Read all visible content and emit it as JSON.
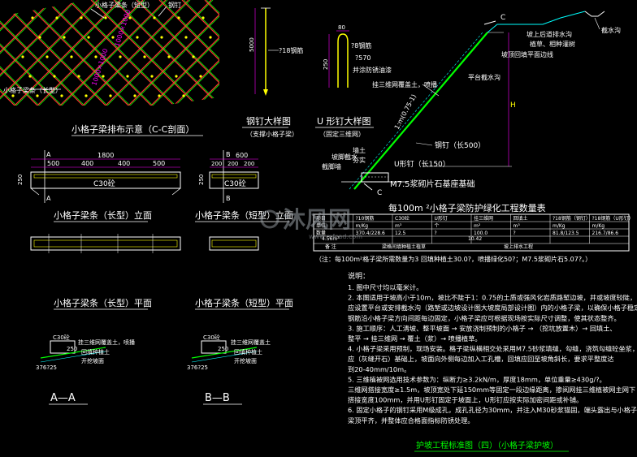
{
  "colors": {
    "background": "#000000",
    "line_white": "#ffffff",
    "line_yellow": "#ffff00",
    "line_green": "#00ff00",
    "line_cyan": "#00ffff",
    "line_red": "#ff3030",
    "dim_magenta": "#ff00ff"
  },
  "arrangement": {
    "label_beam_short": "小格子梁条（短型）",
    "label_nail": "钢钉",
    "label_beam_long": "小格子梁条（长型）",
    "spacing_1": "1000×1000",
    "spacing_2": "1000×1000",
    "caption": "小格子梁排布示意（C-C剖面）"
  },
  "steel_nail": {
    "dim": "5000",
    "rebar": "?18钢筋",
    "title": "钢钉大样图",
    "subtitle": "（支撑小格子梁）"
  },
  "u_nail": {
    "dim_top": "80",
    "rebar": "?8钢筋",
    "dim_side": "250",
    "dim_gap": "?570",
    "note": "并涂防锈油漆",
    "title": "U 形钉大样图",
    "subtitle": "（固定三维网）"
  },
  "slope_section": {
    "label_c_top": "C",
    "label_c_bottom": "C",
    "crest_gutter": "坡上后道排水沟",
    "crest_note_1": "植草、相种灌树",
    "crest_note_2": "坡顶回填平面边线",
    "ditch": "截水沟",
    "trench": "平台截水沟",
    "slope_ratio": "1:m(0.75-1)",
    "mesh_note": "挂三维网覆盖土，喷播",
    "slope_top": "坡脚截水",
    "slope_bottom": "截脚墙",
    "fill_a": "墙土",
    "fill_b": "夯实",
    "nail_l": "钢钉（长500）",
    "u_l": "U形钉（长150）",
    "base": "M7.5浆砌片石基座基础",
    "h_label": "H"
  },
  "long_elev": {
    "mark": "A",
    "total": "1800",
    "segs": [
      "500",
      "400",
      "400",
      "500"
    ],
    "conc": "C30砼",
    "left_dim": "250",
    "title": "小格子梁条（长型）立面"
  },
  "short_elev": {
    "mark": "B",
    "total": "600",
    "segs": [
      "200",
      "200",
      "200"
    ],
    "conc": "C30砼",
    "left_dim": "250",
    "title": "小格子梁条（短型）立面"
  },
  "long_plan": {
    "title": "小格子梁条（长型）平面"
  },
  "short_plan": {
    "title": "小格子梁条（短型）平面"
  },
  "section_a": {
    "conc": "C30砼",
    "dim": "250",
    "width": "376?25",
    "n1": "挂三维网覆盖土，喷播",
    "n2": "回填种植土",
    "n3": "开挖坡面",
    "title": "A—A"
  },
  "section_b": {
    "conc": "C30砼",
    "dim": "250",
    "width": "376?25",
    "n1": "挂三维网覆盖土",
    "n2": "回填种植土",
    "n3": "开挖坡面",
    "title": "B—B"
  },
  "quantity_table": {
    "title": "每100m ²小格子梁防护绿化工程数量表",
    "headers": [
      "项目",
      "?10钢筋",
      "C30砼",
      "U形钉",
      "挂三维网",
      "回填土",
      "?18钢筋（钢钉）",
      "?18钢筋（U形钉）"
    ],
    "units": [
      "单位",
      "m/Kg",
      "m³",
      "个",
      "m²",
      "m³",
      "m/Kg",
      "m/Kg"
    ],
    "row": [
      "数量",
      "370.4/228.6",
      "12.5",
      "?",
      "100.0",
      "?",
      "81.8/123.5",
      "216.7/86.6"
    ],
    "row2_a": "4.56m³",
    "row2_b": "10.42",
    "footer_a": "备  注",
    "footer_b": "梁格间填种植土植草",
    "footer_c": "坡上排水工程",
    "note": "（注：每100m²格子梁所需数量为3 回填种植土30.0?，喷播绿化50?；M7.5浆砌片石5.07?。）"
  },
  "notes": {
    "heading": "说明：",
    "items": [
      "1. 图中尺寸均以毫米计。",
      "2. 本图适用于坡高小于10m，坡比不陡于1：0.75的土质或强风化岩质路堑边坡，并或坡度较陡，",
      "   应设置平台或安排截水沟（路堑或边坡设计图大坡度局部设计图）内的小格子梁，以确保小格子稳定。",
      "   钢筋沿小格子梁方向间距每边固定，小格子梁应可根据现场按实际尺寸调整，使其状态整齐。",
      "3. 施工顺序：人工清坡、整平坡面 → 安放浇制预制的小格子 → （挖坑放置木）→ 回填土、",
      "   整平 → 挂三维网 → 覆土（浆）→ 喷播植草。",
      "4. 小格子梁采用预制，现场安装。格子梁纵横相交处采用M7.5砂浆填缝，勾缝，浇筑勾缝砼坐浆，",
      "   应（灰缝开石）基础上，坡面向外侧每边加入工孔槽，回填应回至坡角斜长，要求平整度达",
      "   到20-40mm/10m。",
      "5. 三维植被网选用技术参数为：纵断力≥3.2kN/m，厚度18mm，单位重量≥430g/?。",
      "   三维网搭接宽度≥1.5m，坡顶宽处下延150mm等固定一段边缘距离，掺阅网挂三维植被网主网下",
      "   搭接宽度100mm，并用U形钉固定于坡面上，U形钉应按实际加密间距或补铺。",
      "6. 固定小格子的钢钉采用M级成孔，成孔孔径为30mm，并注入M30砂浆锚固，端头露出与小格子",
      "   梁顶平齐，并整体应合格面指标防锈处理。"
    ]
  },
  "drawing_title": "护坡工程标准图（四）（小格子梁护坡）",
  "watermark": {
    "text": "沐风网",
    "url": "www.mfcad.com"
  }
}
